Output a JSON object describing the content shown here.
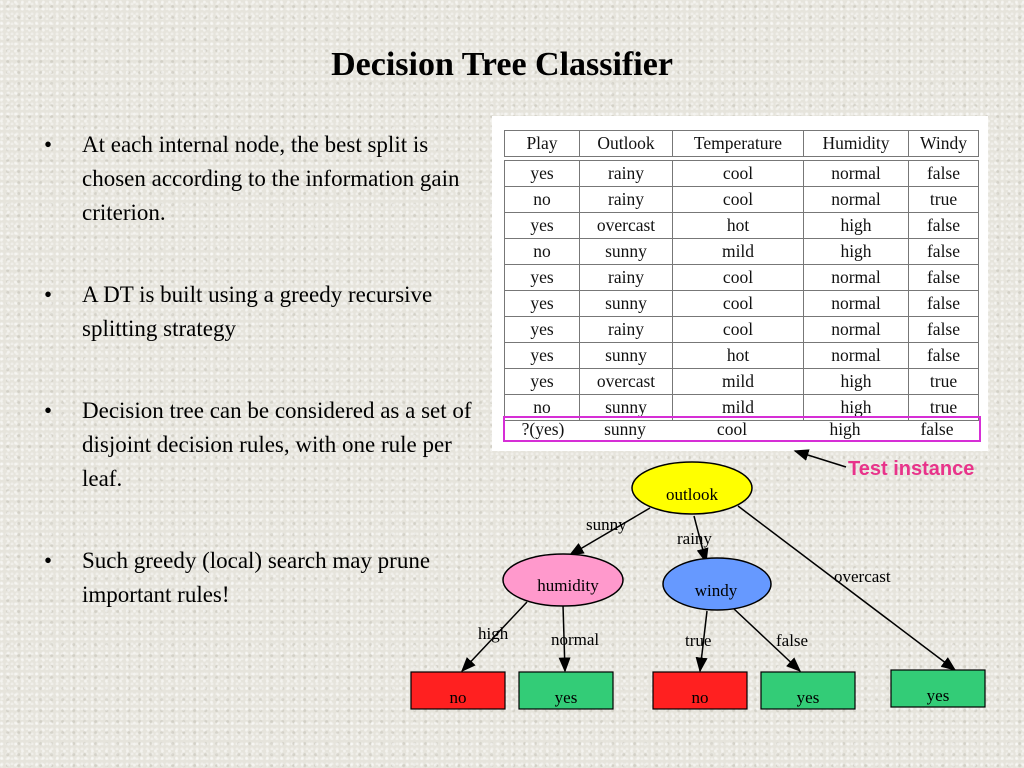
{
  "title": "Decision Tree Classifier",
  "bullets": [
    "At each internal node, the best split is chosen according to the information gain criterion.",
    "A DT is built using a greedy recursive splitting strategy",
    "Decision tree can be considered as a set of disjoint decision rules, with one rule per leaf.",
    "Such greedy (local) search may prune important rules!"
  ],
  "table": {
    "headers": [
      "Play",
      "Outlook",
      "Temperature",
      "Humidity",
      "Windy"
    ],
    "rows": [
      [
        "yes",
        "rainy",
        "cool",
        "normal",
        "false"
      ],
      [
        "no",
        "rainy",
        "cool",
        "normal",
        "true"
      ],
      [
        "yes",
        "overcast",
        "hot",
        "high",
        "false"
      ],
      [
        "no",
        "sunny",
        "mild",
        "high",
        "false"
      ],
      [
        "yes",
        "rainy",
        "cool",
        "normal",
        "false"
      ],
      [
        "yes",
        "sunny",
        "cool",
        "normal",
        "false"
      ],
      [
        "yes",
        "rainy",
        "cool",
        "normal",
        "false"
      ],
      [
        "yes",
        "sunny",
        "hot",
        "normal",
        "false"
      ],
      [
        "yes",
        "overcast",
        "mild",
        "high",
        "true"
      ],
      [
        "no",
        "sunny",
        "mild",
        "high",
        "true"
      ]
    ],
    "test_row": [
      "?(yes)",
      "sunny",
      "cool",
      "high",
      "false"
    ]
  },
  "test_instance_label": "Test instance",
  "tree": {
    "root": "outlook",
    "humidity": "humidity",
    "windy": "windy",
    "edges": {
      "sunny": "sunny",
      "rainy": "rainy",
      "overcast": "overcast",
      "high": "high",
      "normal": "normal",
      "true": "true",
      "false": "false"
    },
    "leaves": [
      "no",
      "yes",
      "no",
      "yes",
      "yes"
    ]
  },
  "colors": {
    "root_fill": "#ffff00",
    "humidity_fill": "#ff99cc",
    "windy_fill": "#6699ff",
    "leaf_no": "#ff2020",
    "leaf_yes": "#33cc77",
    "highlight": "#d62ed6",
    "test_label": "#e8338a"
  }
}
